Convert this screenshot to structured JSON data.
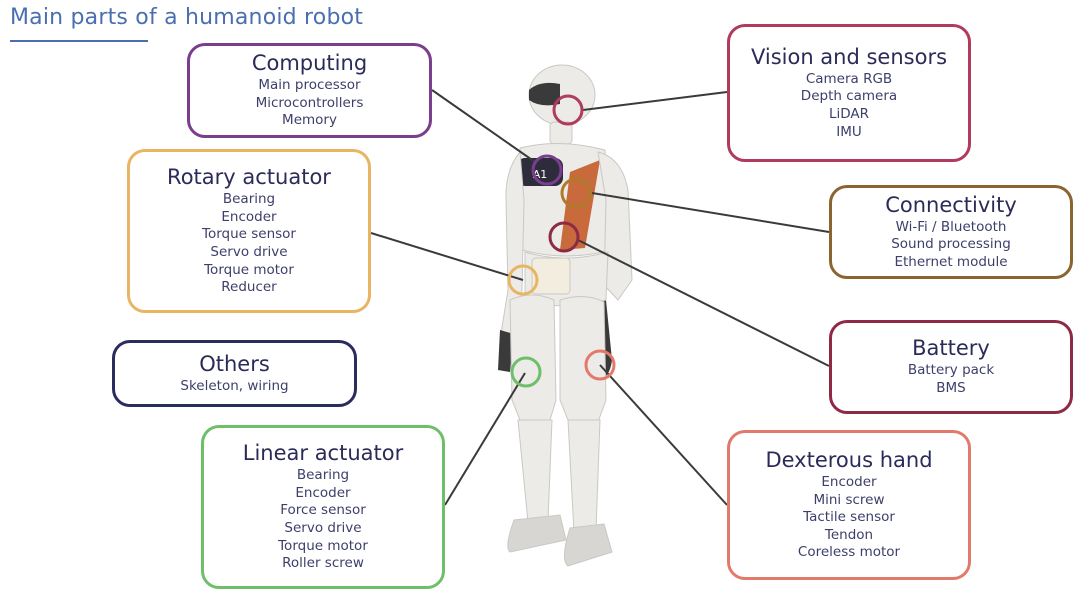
{
  "title": "Main parts of a humanoid robot",
  "boxes": {
    "computing": {
      "heading": "Computing",
      "items": [
        "Main processor",
        "Microcontrollers",
        "Memory"
      ],
      "color": "#7a3e8f"
    },
    "rotary": {
      "heading": "Rotary actuator",
      "items": [
        "Bearing",
        "Encoder",
        "Torque sensor",
        "Servo drive",
        "Torque motor",
        "Reducer"
      ],
      "color": "#e7b564"
    },
    "others": {
      "heading": "Others",
      "items": [
        "Skeleton, wiring"
      ],
      "color": "#2b2c5e"
    },
    "linear": {
      "heading": "Linear actuator",
      "items": [
        "Bearing",
        "Encoder",
        "Force sensor",
        "Servo drive",
        "Torque motor",
        "Roller screw"
      ],
      "color": "#6fbf6a"
    },
    "vision": {
      "heading": "Vision and sensors",
      "items": [
        "Camera RGB",
        "Depth camera",
        "LiDAR",
        "IMU"
      ],
      "color": "#b03b5c"
    },
    "connectivity": {
      "heading": "Connectivity",
      "items": [
        "Wi-Fi / Bluetooth",
        "Sound processing",
        "Ethernet module"
      ],
      "color": "#8a6530"
    },
    "battery": {
      "heading": "Battery",
      "items": [
        "Battery pack",
        "BMS"
      ],
      "color": "#8e2a45"
    },
    "dexterous": {
      "heading": "Dexterous hand",
      "items": [
        "Encoder",
        "Mini screw",
        "Tactile sensor",
        "Tendon",
        "Coreless motor"
      ],
      "color": "#e27a6b"
    }
  },
  "robot": {
    "chest_badge": "A1"
  }
}
